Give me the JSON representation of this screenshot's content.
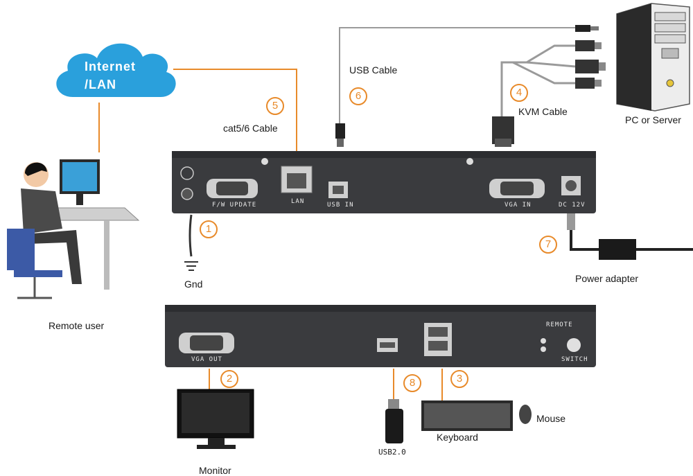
{
  "cloud": {
    "line1": "Internet",
    "line2": "/LAN"
  },
  "labels": {
    "remote_user": "Remote user",
    "cat_cable": "cat5/6 Cable",
    "usb_cable": "USB Cable",
    "kvm_cable": "KVM Cable",
    "pc_server": "PC or  Server",
    "gnd": "Gnd",
    "power_adapter": "Power adapter",
    "monitor": "Monitor",
    "usb20": "USB2.0",
    "keyboard": "Keyboard",
    "mouse": "Mouse"
  },
  "ports": {
    "fw_update": "F/W UPDATE",
    "lan": "LAN",
    "usb_in": "USB IN",
    "vga_in": "VGA IN",
    "dc12v": "DC 12V",
    "vga_out": "VGA OUT",
    "remote": "REMOTE",
    "switch": "SWITCH"
  },
  "numbers": {
    "n1": "1",
    "n2": "2",
    "n3": "3",
    "n4": "4",
    "n5": "5",
    "n6": "6",
    "n7": "7",
    "n8": "8"
  },
  "colors": {
    "cable_orange": "#e88a2a",
    "device_body": "#3a3b3e",
    "cloud_blue": "#2aa0dc"
  }
}
